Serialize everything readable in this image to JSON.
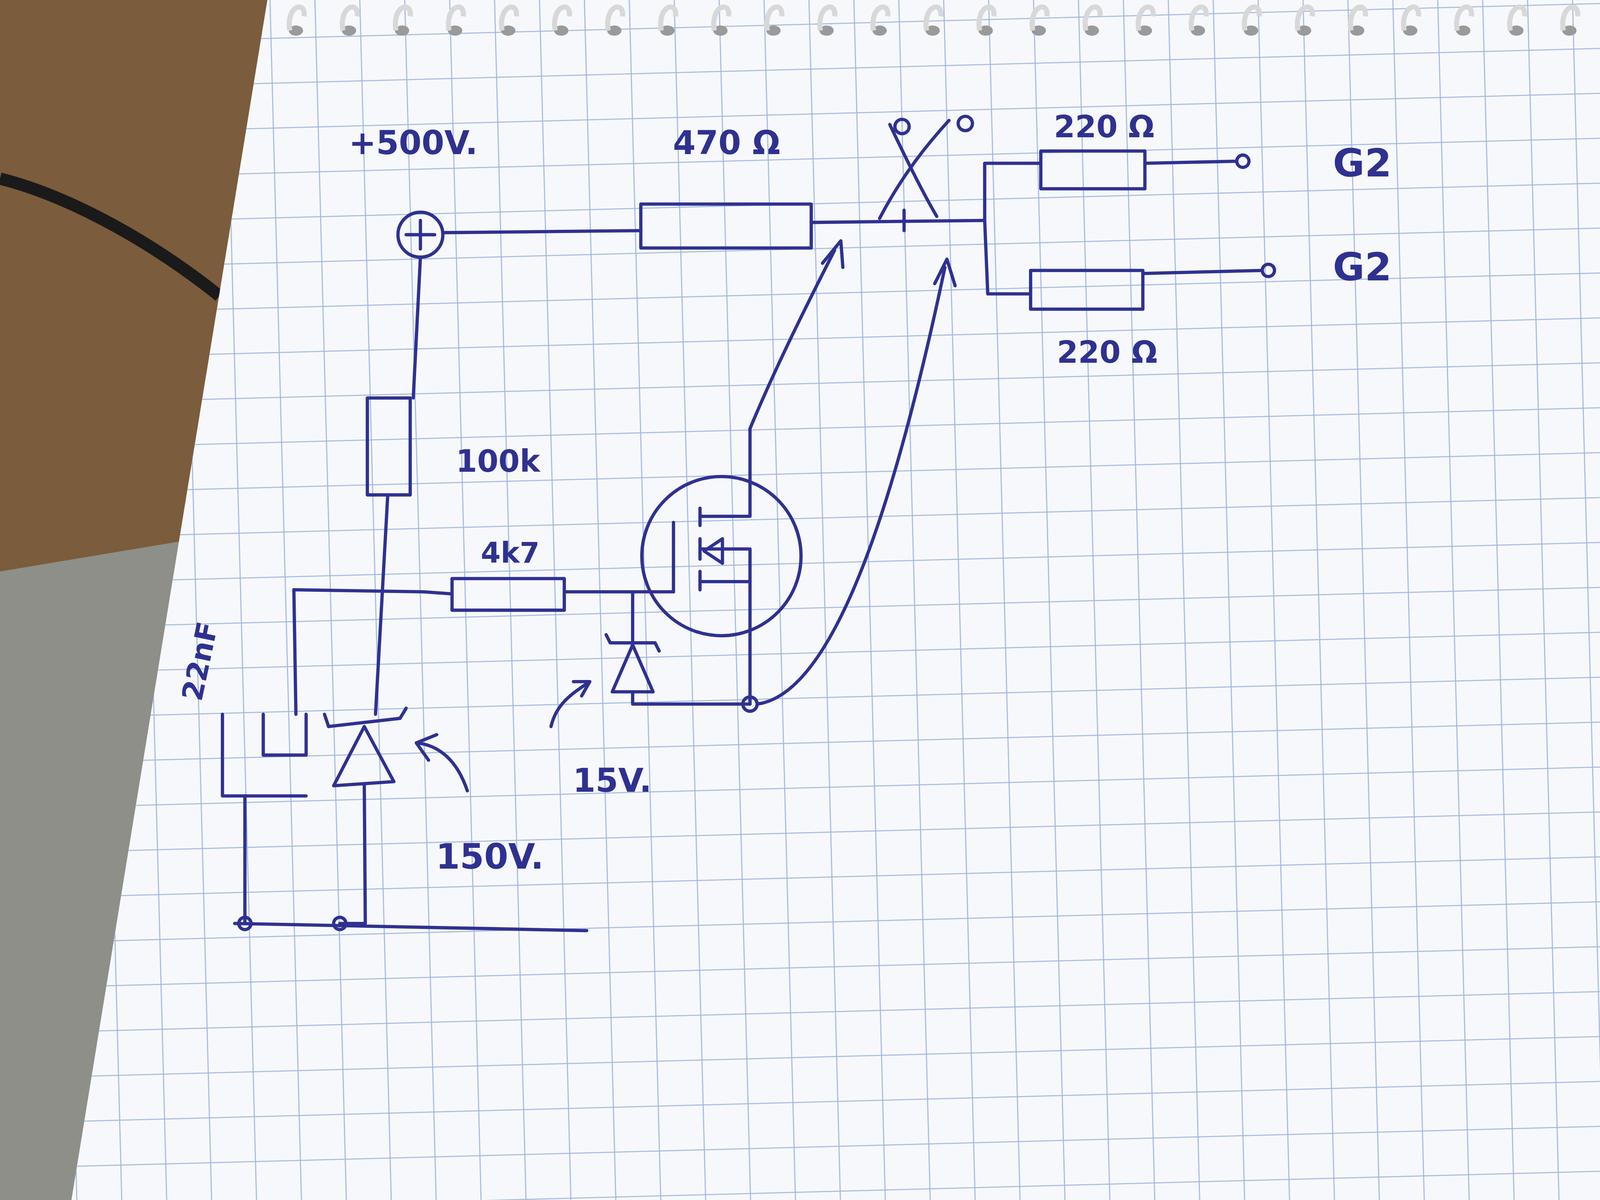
{
  "diagram": {
    "labels": [
      "+500V.",
      "470 Ω",
      "220 Ω",
      "G2",
      "G2",
      "220 Ω",
      "100k",
      "4k7",
      "22nF",
      "15V.",
      "150V."
    ]
  }
}
